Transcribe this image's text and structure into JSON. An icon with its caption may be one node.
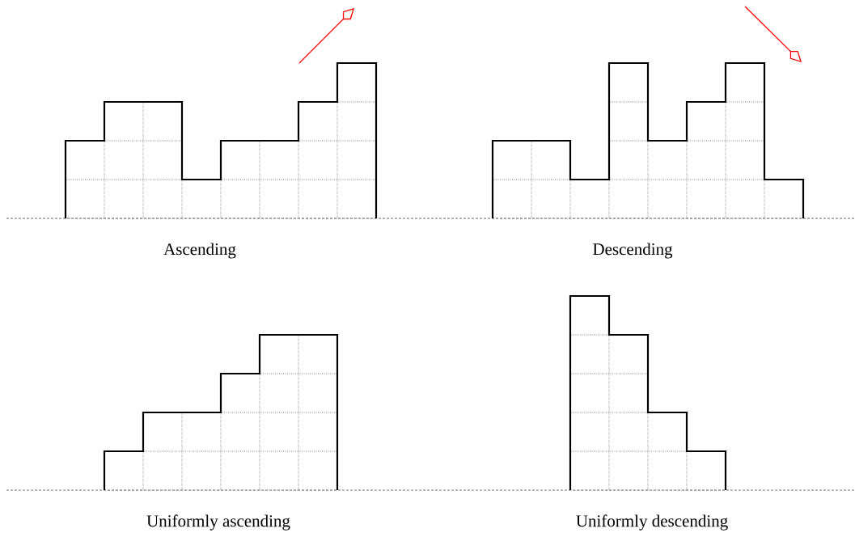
{
  "diagram": {
    "labels": [
      "Ascending",
      "Descending",
      "Uniformly ascending",
      "Uniformly descending"
    ]
  }
}
